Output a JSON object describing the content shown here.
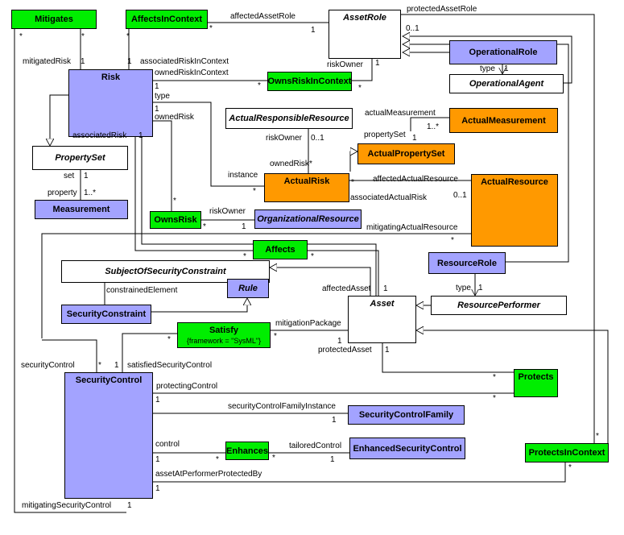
{
  "classes": {
    "mitigates": "Mitigates",
    "affects_in_context": "AffectsInContext",
    "asset_role": "AssetRole",
    "operational_role": "OperationalRole",
    "operational_agent": "OperationalAgent",
    "risk": "Risk",
    "owns_risk_in_context": "OwnsRiskInContext",
    "actual_responsible_resource": "ActualResponsibleResource",
    "actual_measurement": "ActualMeasurement",
    "actual_property_set": "ActualPropertySet",
    "property_set": "PropertySet",
    "actual_risk": "ActualRisk",
    "actual_resource": "ActualResource",
    "measurement": "Measurement",
    "owns_risk": "OwnsRisk",
    "organizational_resource": "OrganizationalResource",
    "affects": "Affects",
    "subject_of_security_constraint": "SubjectOfSecurityConstraint",
    "resource_role": "ResourceRole",
    "rule": "Rule",
    "security_constraint": "SecurityConstraint",
    "asset": "Asset",
    "resource_performer": "ResourcePerformer",
    "satisfy": "Satisfy",
    "satisfy_constraint": "{framework = \"SysML\"}",
    "security_control": "SecurityControl",
    "protects": "Protects",
    "security_control_family": "SecurityControlFamily",
    "enhances": "Enhances",
    "enhanced_security_control": "EnhancedSecurityControl",
    "protects_in_context": "ProtectsInContext"
  },
  "roles": {
    "affected_asset_role": "affectedAssetRole",
    "protected_asset_role": "protectedAssetRole",
    "mitigated_risk": "mitigatedRisk",
    "associated_risk_in_context": "associatedRiskInContext",
    "owned_risk_in_context": "ownedRiskInContext",
    "risk_owner_top": "riskOwner",
    "type_top": "type",
    "type_risk": "type",
    "owned_risk_left": "ownedRisk",
    "actual_measurement": "actualMeasurement",
    "property_set": "propertySet",
    "associated_risk": "associatedRisk",
    "risk_owner_mid": "riskOwner",
    "owned_risk_mid": "ownedRisk",
    "set": "set",
    "property": "property",
    "instance": "instance",
    "affected_actual_resource": "affectedActualResource",
    "associated_actual_risk": "associatedActualRisk",
    "risk_owner_low": "riskOwner",
    "mitigating_actual_resource": "mitigatingActualResource",
    "constrained_element": "constrainedElement",
    "affected_asset": "affectedAsset",
    "type_resource": "type",
    "mitigation_package": "mitigationPackage",
    "protected_asset": "protectedAsset",
    "security_control": "securityControl",
    "satisfied_security_control": "satisfiedSecurityControl",
    "protecting_control": "protectingControl",
    "security_control_family_instance": "securityControlFamilyInstance",
    "control": "control",
    "tailored_control": "tailoredControl",
    "asset_at_performer_protected_by": "assetAtPerformerProtectedBy",
    "mitigating_security_control": "mitigatingSecurityControl"
  },
  "multiplicities": {
    "star": "*",
    "one": "1",
    "zero_to_one": "0..1",
    "one_to_many": "1..*"
  }
}
